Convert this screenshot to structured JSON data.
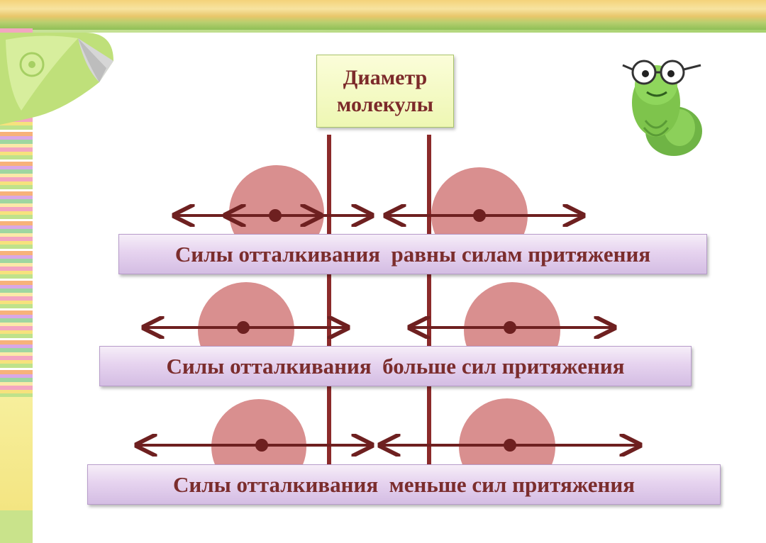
{
  "title": {
    "line1": "Диаметр",
    "line2": "молекулы"
  },
  "bands": [
    {
      "label": "Силы отталкивания  равны силам притяжения"
    },
    {
      "label": "Силы отталкивания  больше сил притяжения"
    },
    {
      "label": "Силы отталкивания  меньше сил притяжения"
    }
  ],
  "icons": {
    "corner": "leaf-corner-icon",
    "mascot": "bookworm-with-glasses-icon"
  },
  "colors": {
    "molecule": "#d98f8f",
    "arrow": "#6e2020",
    "guide_line": "#8b2a2a",
    "label_text": "#7b2d2d"
  }
}
